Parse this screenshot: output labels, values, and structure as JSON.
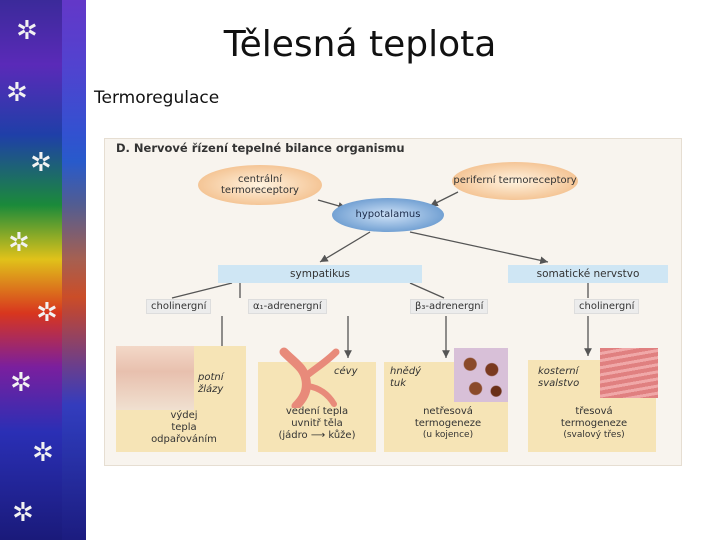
{
  "title": "Tělesná teplota",
  "subtitle": "Termoregulace",
  "figure": {
    "heading": "D. Nervové řízení tepelné bilance organismu",
    "nodes": {
      "central": "centrální termoreceptory",
      "peripheral": "periferní termoreceptory",
      "hypothalamus": "hypotalamus"
    },
    "branches": {
      "sympathetic": "sympatikus",
      "somatic": "somatické nervstvo"
    },
    "receptors": {
      "cholinergic_left": "cholinergní",
      "alpha": "α₁-adrenergní",
      "beta": "β₃-adrenergní",
      "cholinergic_right": "cholinergní"
    },
    "targets": {
      "sweat_glands": "potní žlázy",
      "vessels": "cévy",
      "brown_fat": "hnědý tuk",
      "skeletal_muscle": "kosterní svalstvo"
    },
    "effects": {
      "heat_loss": [
        "výdej",
        "tepla",
        "odpařováním"
      ],
      "heat_conduction": [
        "vedení tepla",
        "uvnitř těla",
        "(jádro ⟶ kůže)"
      ],
      "non_shivering": [
        "netřesová",
        "termogeneze",
        "(u kojence)"
      ],
      "shivering": [
        "třesová",
        "termogeneze",
        "(svalový třes)"
      ]
    }
  },
  "colors": {
    "ellipse_orange": "#f0b277",
    "ellipse_blue": "#4d86c4",
    "band_blue": "#cfe6f4",
    "panel_yellow": "#f6e4b6"
  },
  "icons": [
    "molecule-icon"
  ]
}
